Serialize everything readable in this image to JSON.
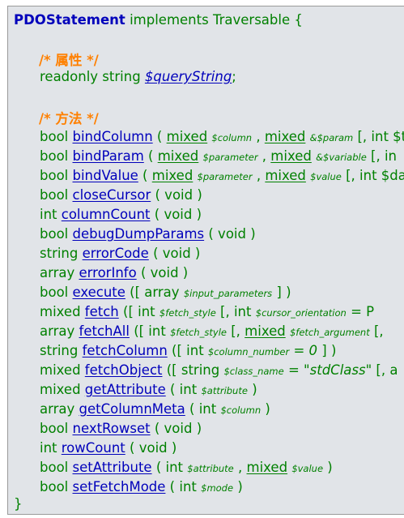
{
  "header": {
    "class_name": "PDOStatement",
    "keyword": "implements",
    "interface": "Traversable",
    "open_brace": "{",
    "close_brace": "}"
  },
  "props_comment": "/* 属性 */",
  "property": {
    "modifiers": "readonly string",
    "name": "$queryString",
    "end": ";"
  },
  "methods_comment": "/* 方法 */",
  "methods": [
    {
      "ret": "bool",
      "name": "bindColumn",
      "t1": "mixed",
      "p1": "$column",
      "sep": ",",
      "t2": "mixed",
      "p2": "&$param",
      "tail": "[, int $t"
    },
    {
      "ret": "bool",
      "name": "bindParam",
      "t1": "mixed",
      "p1": "$parameter",
      "sep": ",",
      "t2": "mixed",
      "p2": "&$variable",
      "tail": "[, in"
    },
    {
      "ret": "bool",
      "name": "bindValue",
      "t1": "mixed",
      "p1": "$parameter",
      "sep": ",",
      "t2": "mixed",
      "p2": "$value",
      "tail": "[, int $da"
    },
    {
      "ret": "bool",
      "name": "closeCursor",
      "args": "( void )"
    },
    {
      "ret": "int",
      "name": "columnCount",
      "args": "( void )"
    },
    {
      "ret": "bool",
      "name": "debugDumpParams",
      "args": "( void )"
    },
    {
      "ret": "string",
      "name": "errorCode",
      "args": "( void )"
    },
    {
      "ret": "array",
      "name": "errorInfo",
      "args": "( void )"
    },
    {
      "ret": "bool",
      "name": "execute",
      "pre": "([ array",
      "p1": "$input_parameters",
      "post": "] )"
    },
    {
      "ret": "mixed",
      "name": "fetch",
      "pre": "([ int",
      "p1": "$fetch_style",
      "mid": "[, int",
      "p2": "$cursor_orientation",
      "tail": "= P"
    },
    {
      "ret": "array",
      "name": "fetchAll",
      "pre": "([ int",
      "p1": "$fetch_style",
      "mid": "[,",
      "t2": "mixed",
      "p2": "$fetch_argument",
      "tail": "[,"
    },
    {
      "ret": "string",
      "name": "fetchColumn",
      "pre": "([ int",
      "p1": "$column_number",
      "eq": "= 0",
      "post": "] )"
    },
    {
      "ret": "mixed",
      "name": "fetchObject",
      "pre": "([ string",
      "p1": "$class_name",
      "eq": "= \"stdClass\"",
      "tail": "[, a"
    },
    {
      "ret": "mixed",
      "name": "getAttribute",
      "pre": "( int",
      "p1": "$attribute",
      "post": ")"
    },
    {
      "ret": "array",
      "name": "getColumnMeta",
      "pre": "( int",
      "p1": "$column",
      "post": ")"
    },
    {
      "ret": "bool",
      "name": "nextRowset",
      "args": "( void )"
    },
    {
      "ret": "int",
      "name": "rowCount",
      "args": "( void )"
    },
    {
      "ret": "bool",
      "name": "setAttribute",
      "pre": "( int",
      "p1": "$attribute",
      "sep": ",",
      "t2": "mixed",
      "p2": "$value",
      "post": ")"
    },
    {
      "ret": "bool",
      "name": "setFetchMode",
      "pre": "( int",
      "p1": "$mode",
      "post": ")"
    }
  ]
}
